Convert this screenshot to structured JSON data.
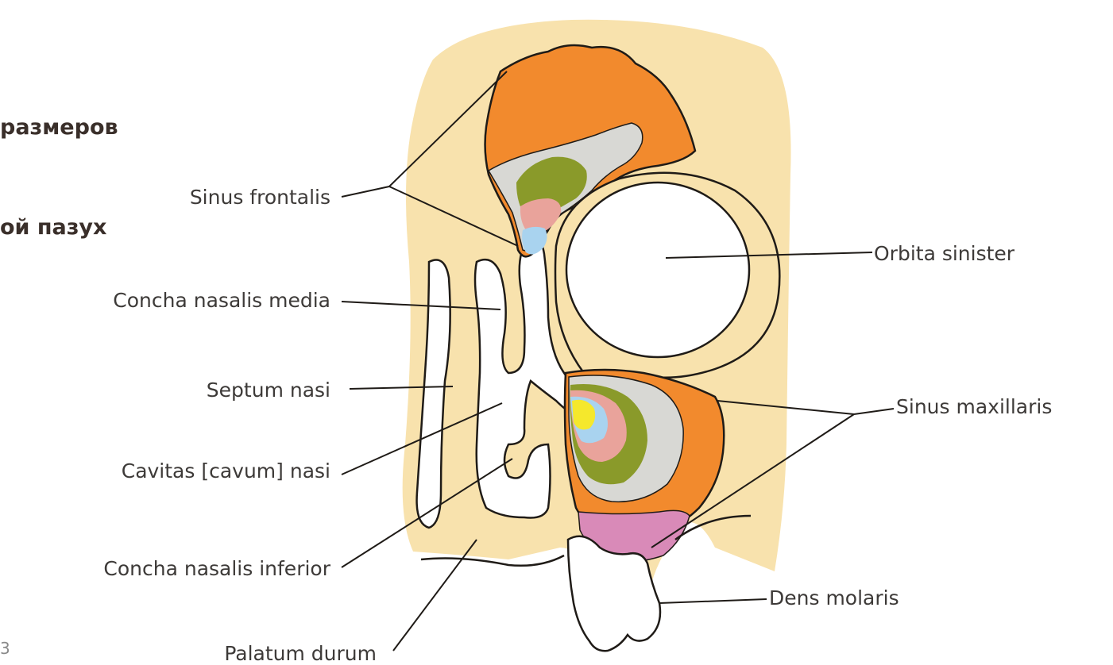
{
  "heading": {
    "line1": "размеров",
    "line2": "ой пазух"
  },
  "figure_mark": "3",
  "labels": {
    "sinus_frontalis": "Sinus frontalis",
    "concha_media": "Concha nasalis media",
    "septum": "Septum nasi",
    "cavitas": "Cavitas [cavum] nasi",
    "concha_inferior": "Concha nasalis inferior",
    "palatum": "Palatum durum",
    "orbita": "Orbita sinister",
    "sinus_maxillaris": "Sinus maxillaris",
    "dens": "Dens molaris"
  },
  "colors": {
    "bone": "#f8e2ad",
    "outline": "#1f1b17",
    "orange": "#f28a2d",
    "light_gray": "#d8d8d4",
    "green": "#8a9a2a",
    "pink": "#e9a39b",
    "light_blue": "#a9d3ef",
    "yellow": "#f5e82c",
    "magenta": "#d98ab8"
  }
}
